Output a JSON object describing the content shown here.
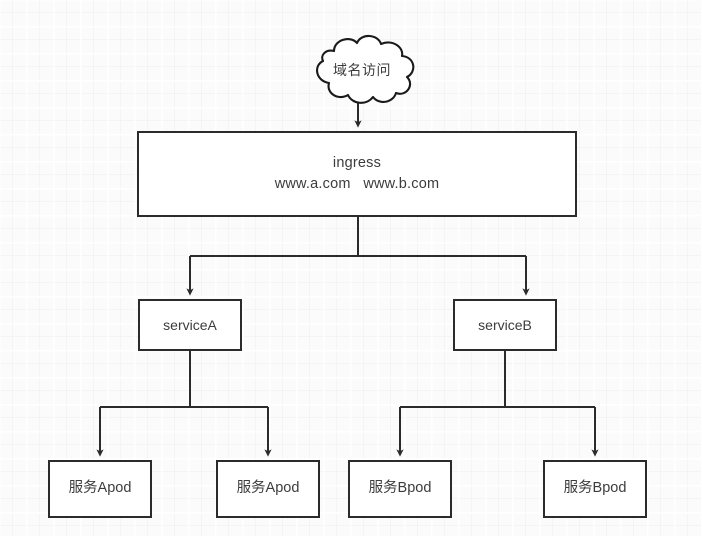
{
  "diagram": {
    "title": "ingress-service-pod-topology",
    "stroke_color": "#2b2b2b",
    "text_color": "#3c3c3c",
    "node_fill": "#ffffff",
    "background_color": "#fbfbfb",
    "grid_color": "#f4f4f4"
  },
  "cloud": {
    "label": "域名访问"
  },
  "ingress": {
    "line1": "ingress",
    "line2": "www.a.com   www.b.com",
    "domains": [
      "www.a.com",
      "www.b.com"
    ]
  },
  "services": [
    {
      "id": "serviceA",
      "label": "serviceA"
    },
    {
      "id": "serviceB",
      "label": "serviceB"
    }
  ],
  "pods": [
    {
      "id": "pod-a1",
      "label": "服务Apod"
    },
    {
      "id": "pod-a2",
      "label": "服务Apod"
    },
    {
      "id": "pod-b1",
      "label": "服务Bpod"
    },
    {
      "id": "pod-b2",
      "label": "服务Bpod"
    }
  ],
  "edges": [
    {
      "from": "cloud",
      "to": "ingress"
    },
    {
      "from": "ingress",
      "to": "serviceA"
    },
    {
      "from": "ingress",
      "to": "serviceB"
    },
    {
      "from": "serviceA",
      "to": "pod-a1"
    },
    {
      "from": "serviceA",
      "to": "pod-a2"
    },
    {
      "from": "serviceB",
      "to": "pod-b1"
    },
    {
      "from": "serviceB",
      "to": "pod-b2"
    }
  ]
}
